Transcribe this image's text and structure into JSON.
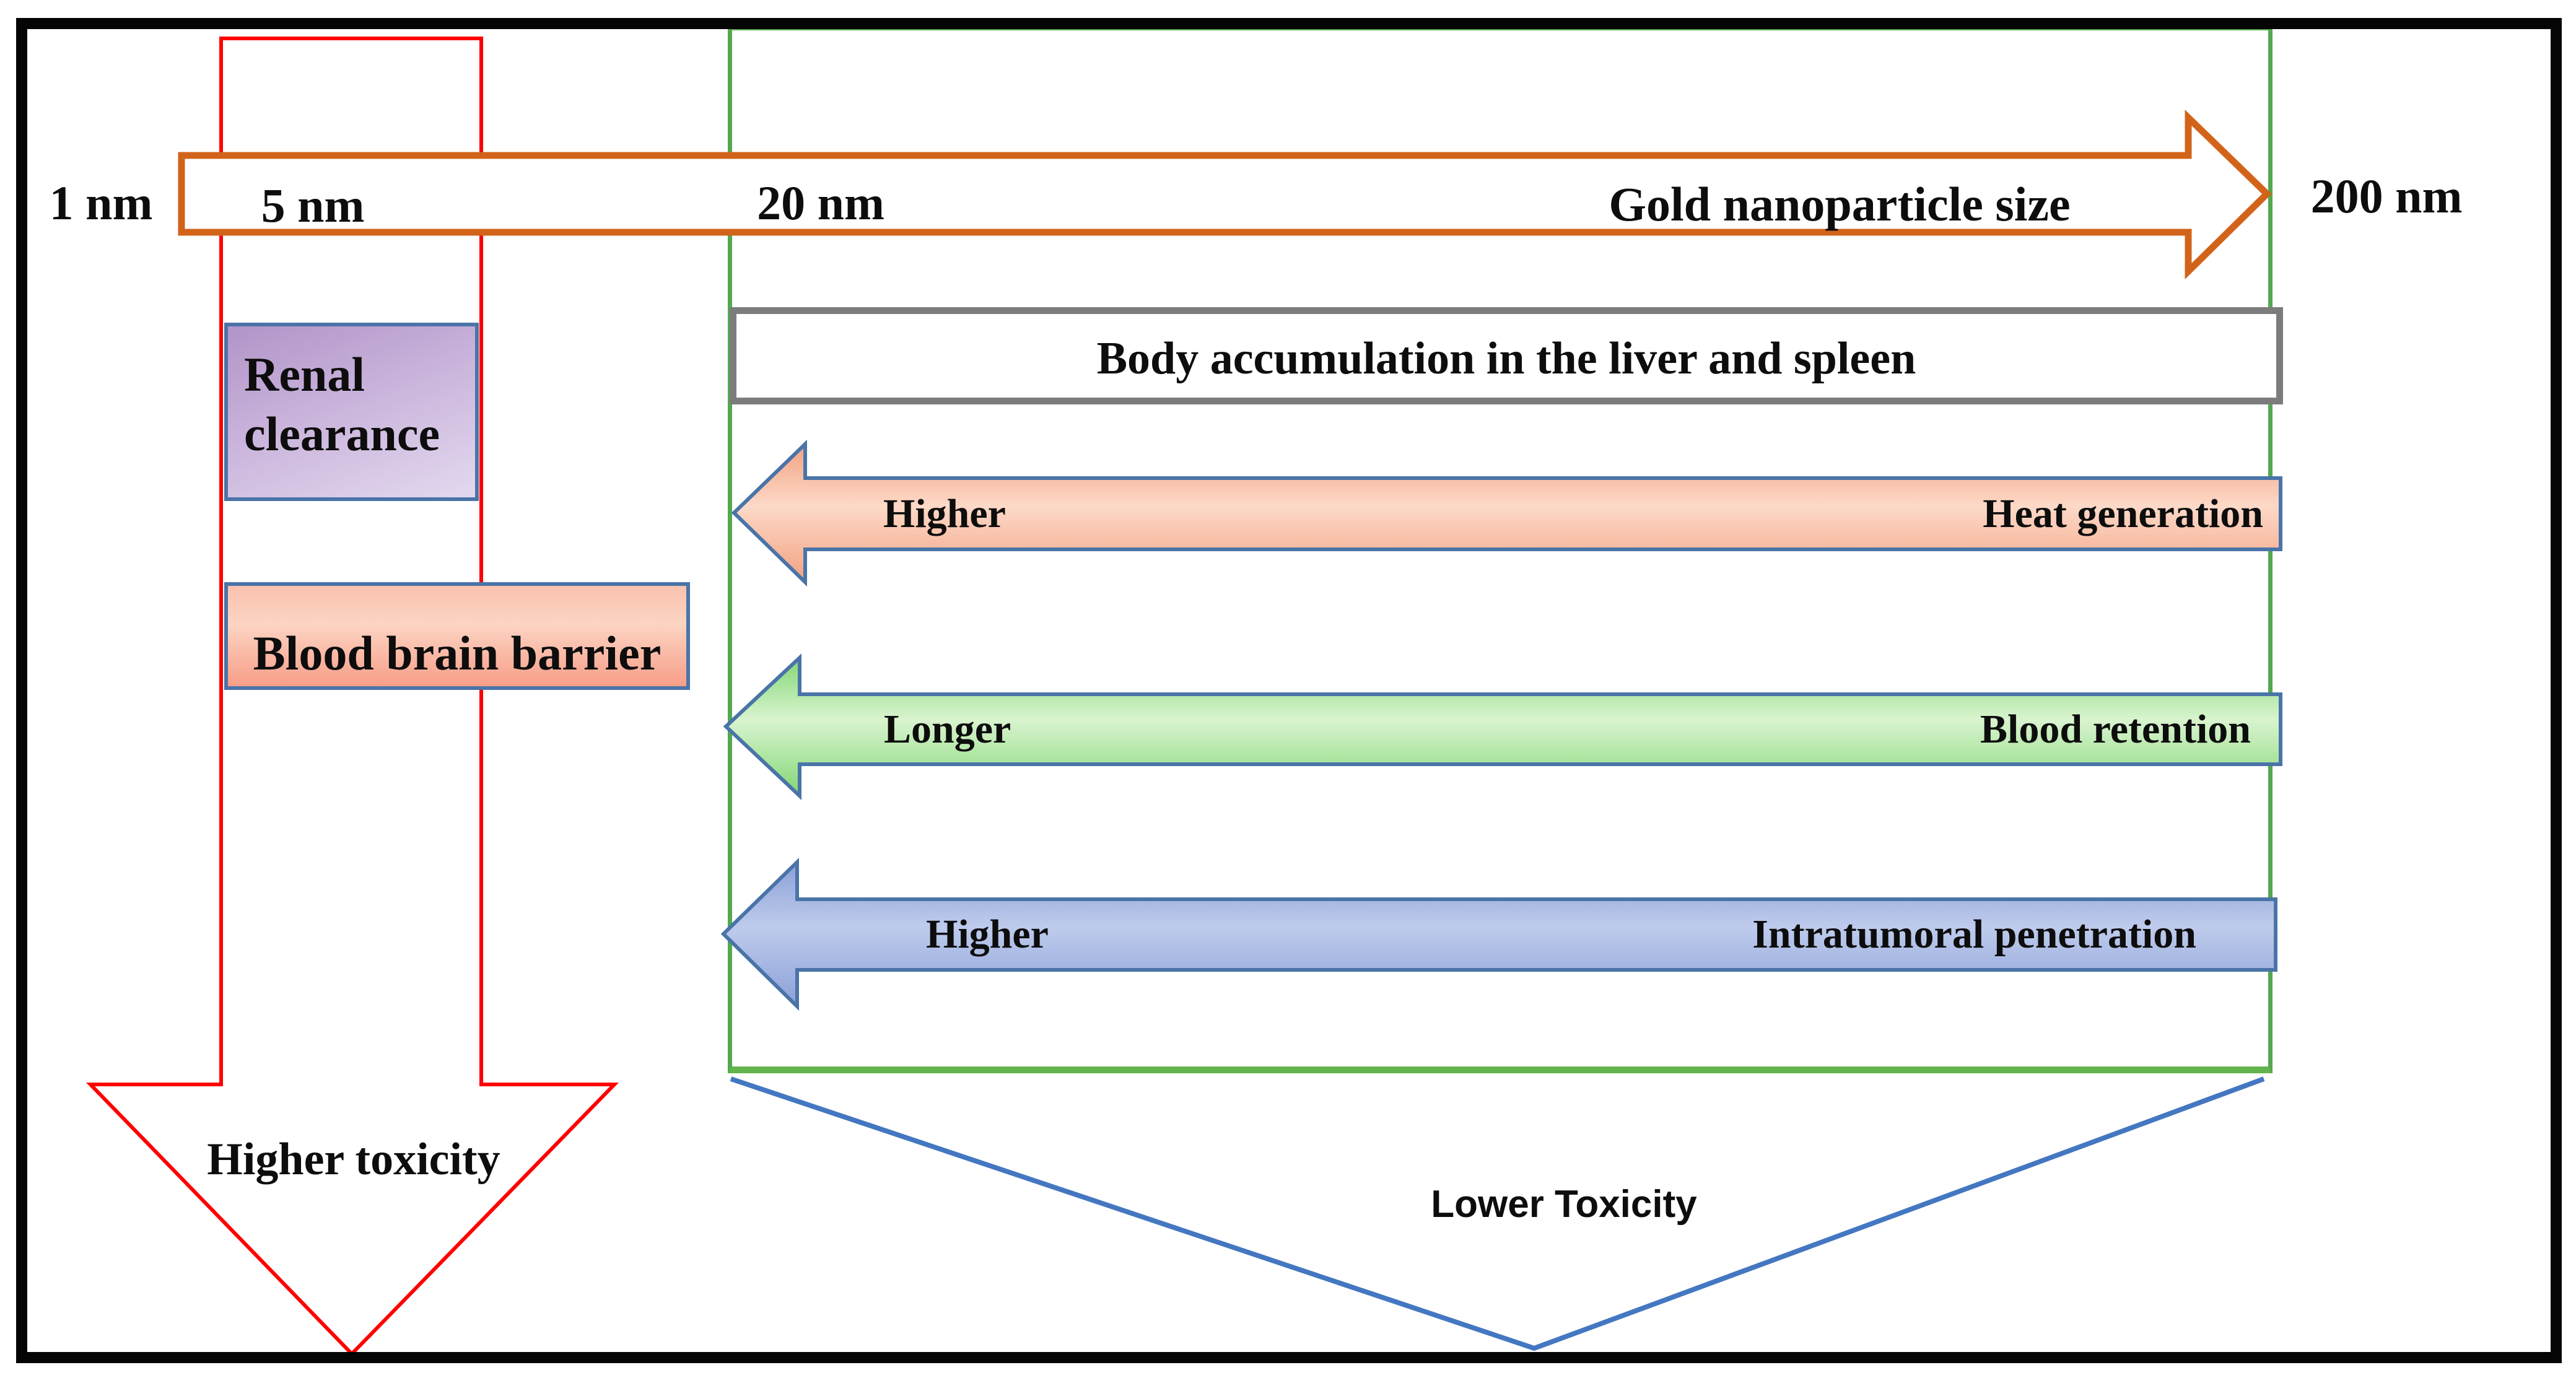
{
  "figure": {
    "description": "Gold nanoparticle size versus biological effects diagram",
    "background": "#FFFFFF",
    "outer_border_color": "#050505"
  },
  "size_axis": {
    "label_1nm": "1 nm",
    "label_5nm": "5 nm",
    "label_20nm": "20 nm",
    "label_200nm": "200 nm",
    "title": "Gold nanoparticle size",
    "arrow_color": "#D2641A",
    "arrow_fill": "#FFFFFF"
  },
  "left_column": {
    "renal_box": {
      "label": "Renal clearance",
      "fill_from": "#B294C8",
      "fill_to": "#E3D9EF",
      "border_color": "#4A74A8"
    },
    "bbb_box": {
      "label": "Blood brain barrier",
      "fill_top": "#FAC2AE",
      "fill_bottom": "#F79E88",
      "border_color": "#4A74A8"
    },
    "toxicity_arrow": {
      "label": "Higher toxicity",
      "color": "#FF0000",
      "fill": "#FFFFFF"
    }
  },
  "right_panel": {
    "border_color": "#54A84F",
    "border_bottom_color": "#63B44C",
    "accumulation_box": {
      "label": "Body accumulation in the liver and spleen",
      "border_color": "#7C7C7C",
      "fill": "#FFFFFF"
    },
    "arrows": [
      {
        "qualifier": "Higher",
        "label": "Heat generation",
        "fill_edge": "#F2A181",
        "fill_center": "#FDD9C8",
        "border_color": "#4A74A8",
        "direction": "left"
      },
      {
        "qualifier": "Longer",
        "label": "Blood retention",
        "fill_edge": "#82D674",
        "fill_center": "#D9F4CF",
        "border_color": "#4A74A8",
        "direction": "left"
      },
      {
        "qualifier": "Higher",
        "label": "Intratumoral penetration",
        "fill_edge": "#8BA0D7",
        "fill_center": "#BECBEC",
        "border_color": "#4A74A8",
        "direction": "left"
      }
    ],
    "toxicity_funnel": {
      "label": "Lower Toxicity",
      "color": "#4477C1"
    }
  }
}
